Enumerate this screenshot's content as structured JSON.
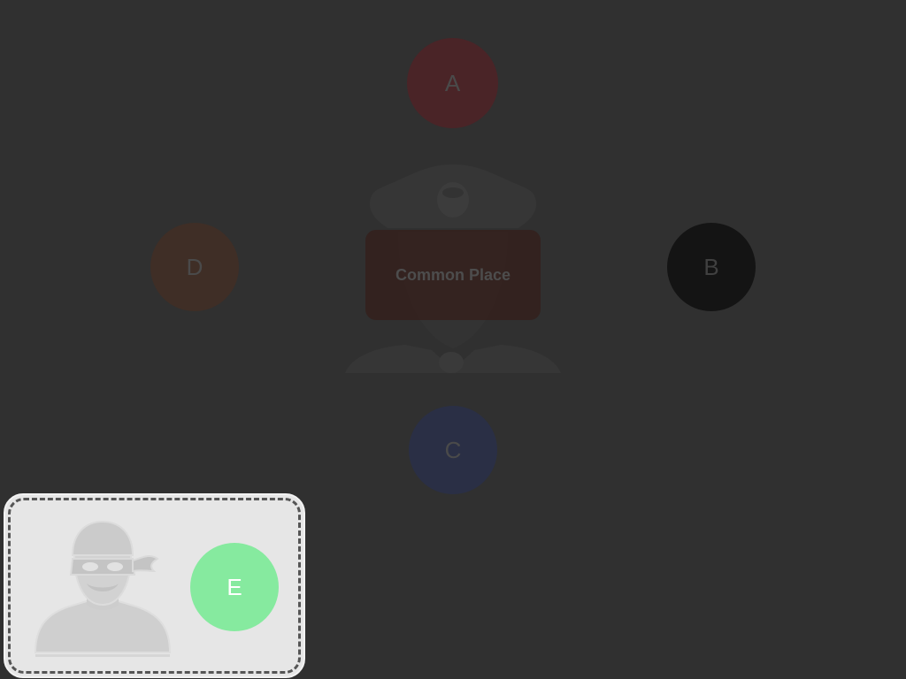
{
  "board": {
    "nodes": [
      {
        "id": "a",
        "label": "A",
        "color": "#4a2427"
      },
      {
        "id": "b",
        "label": "B",
        "color": "#141414"
      },
      {
        "id": "c",
        "label": "C",
        "color": "#2a2f45"
      },
      {
        "id": "d",
        "label": "D",
        "color": "#3f2e26"
      }
    ],
    "center": {
      "label": "Common Place",
      "icon": "police-officer-icon"
    }
  },
  "player": {
    "icon": "thief-icon",
    "node_label": "E",
    "node_color": "#86ea9f"
  },
  "colors": {
    "background": "#303030",
    "card_background": "#e6e6e6",
    "card_border": "#555555"
  }
}
